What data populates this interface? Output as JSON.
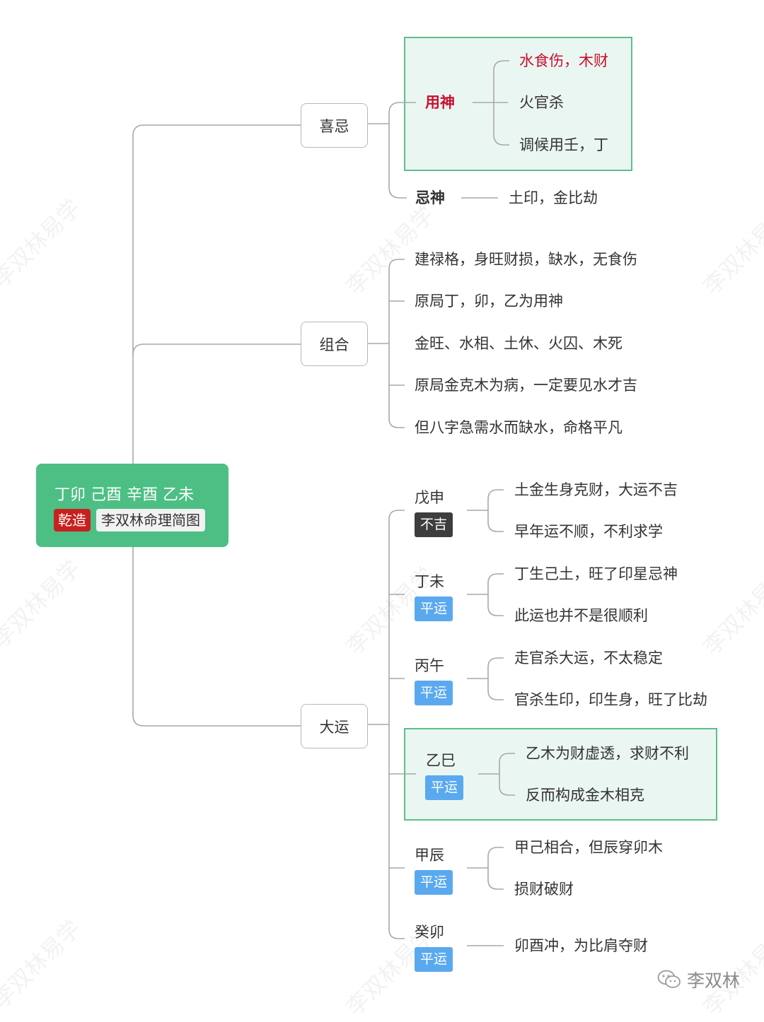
{
  "root": {
    "title": "丁卯 己酉 辛酉 乙未",
    "tag_gender": "乾造",
    "tag_desc": "李双林命理简图"
  },
  "xiji": {
    "label": "喜忌",
    "yongshen": {
      "label": "用神",
      "items": [
        "水食伤，木财",
        "火官杀",
        "调候用壬，丁"
      ]
    },
    "jishen": {
      "label": "忌神",
      "item": "土印，金比劫"
    }
  },
  "zuhe": {
    "label": "组合",
    "items": [
      "建禄格，身旺财损，缺水，无食伤",
      "原局丁，卯，乙为用神",
      "金旺、水相、土休、火囚、木死",
      "原局金克木为病，一定要见水才吉",
      "但八字急需水而缺水，命格平凡"
    ]
  },
  "dayun": {
    "label": "大运",
    "periods": [
      {
        "name": "戊申",
        "badge": "不吉",
        "notes": [
          "土金生身克财，大运不吉",
          "早年运不顺，不利求学"
        ]
      },
      {
        "name": "丁未",
        "badge": "平运",
        "notes": [
          "丁生己土，旺了印星忌神",
          "此运也并不是很顺利"
        ]
      },
      {
        "name": "丙午",
        "badge": "平运",
        "notes": [
          "走官杀大运，不太稳定",
          "官杀生印，印生身，旺了比劫"
        ]
      },
      {
        "name": "乙巳",
        "badge": "平运",
        "notes": [
          "乙木为财虚透，求财不利",
          "反而构成金木相克"
        ]
      },
      {
        "name": "甲辰",
        "badge": "平运",
        "notes": [
          "甲己相合，但辰穿卯木",
          "损财破财"
        ]
      },
      {
        "name": "癸卯",
        "badge": "平运",
        "notes": [
          "卯酉冲，为比肩夺财"
        ]
      }
    ]
  },
  "watermark": "李双林易学",
  "brand": "李双林",
  "colors": {
    "root_bg": "#4dbf84",
    "highlight_border": "#5cbf8a",
    "highlight_bg": "#eaf6f2",
    "accent_red": "#c8102e",
    "badge_dark": "#3d3d3d",
    "badge_blue": "#5aa9ef"
  }
}
